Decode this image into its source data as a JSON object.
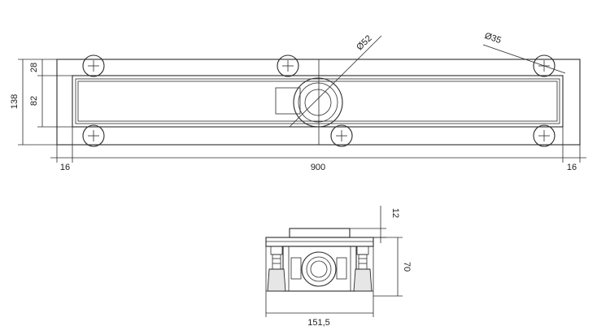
{
  "dimensions": {
    "top_view": {
      "overall_height": "138",
      "offset_top": "28",
      "channel_height": "82",
      "left_margin": "16",
      "length": "900",
      "right_margin": "16",
      "outlet_diameter": "Ø52",
      "mount_hole_diameter": "Ø35"
    },
    "side_view": {
      "flange_height": "12",
      "total_height": "70",
      "width": "151,5"
    }
  }
}
